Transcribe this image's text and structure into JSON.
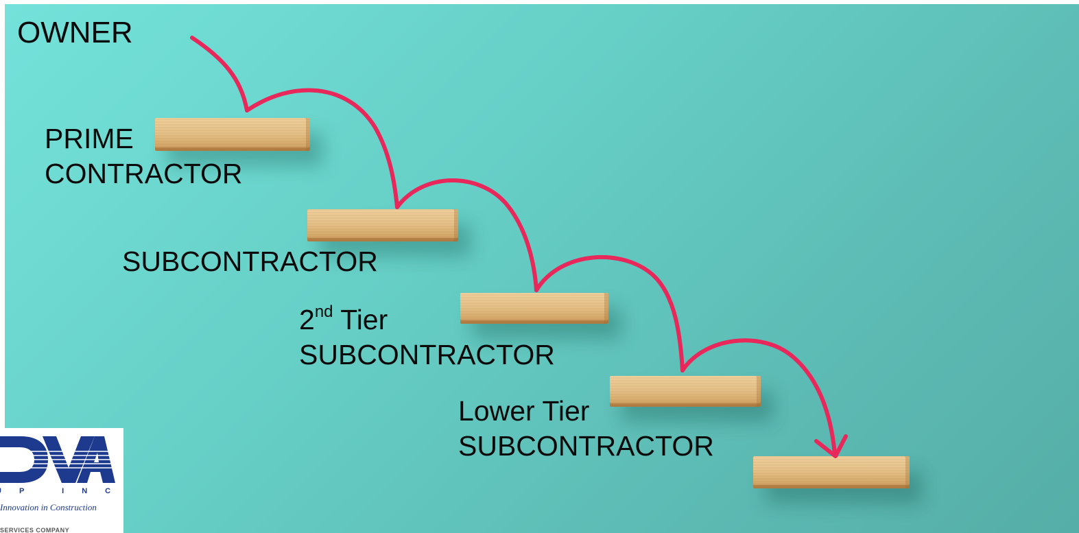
{
  "slide": {
    "tiers": [
      {
        "id": "owner",
        "lines": [
          "OWNER"
        ]
      },
      {
        "id": "prime",
        "lines": [
          "PRIME",
          "CONTRACTOR"
        ]
      },
      {
        "id": "sub",
        "lines": [
          "SUBCONTRACTOR"
        ]
      },
      {
        "id": "tier2",
        "ordinal_number": "2",
        "ordinal_suffix": "nd",
        "ordinal_word": "Tier",
        "lines": [
          "SUBCONTRACTOR"
        ]
      },
      {
        "id": "lower",
        "lines": [
          "Lower Tier",
          "SUBCONTRACTOR"
        ]
      }
    ],
    "arrow_color": "#e8275a",
    "step_color": "#e8c58d"
  },
  "logo": {
    "group_text": "UP INC.",
    "tagline": "Innovation in Construction",
    "footer": "SERVICES COMPANY",
    "brand_color": "#1d3a8f"
  }
}
